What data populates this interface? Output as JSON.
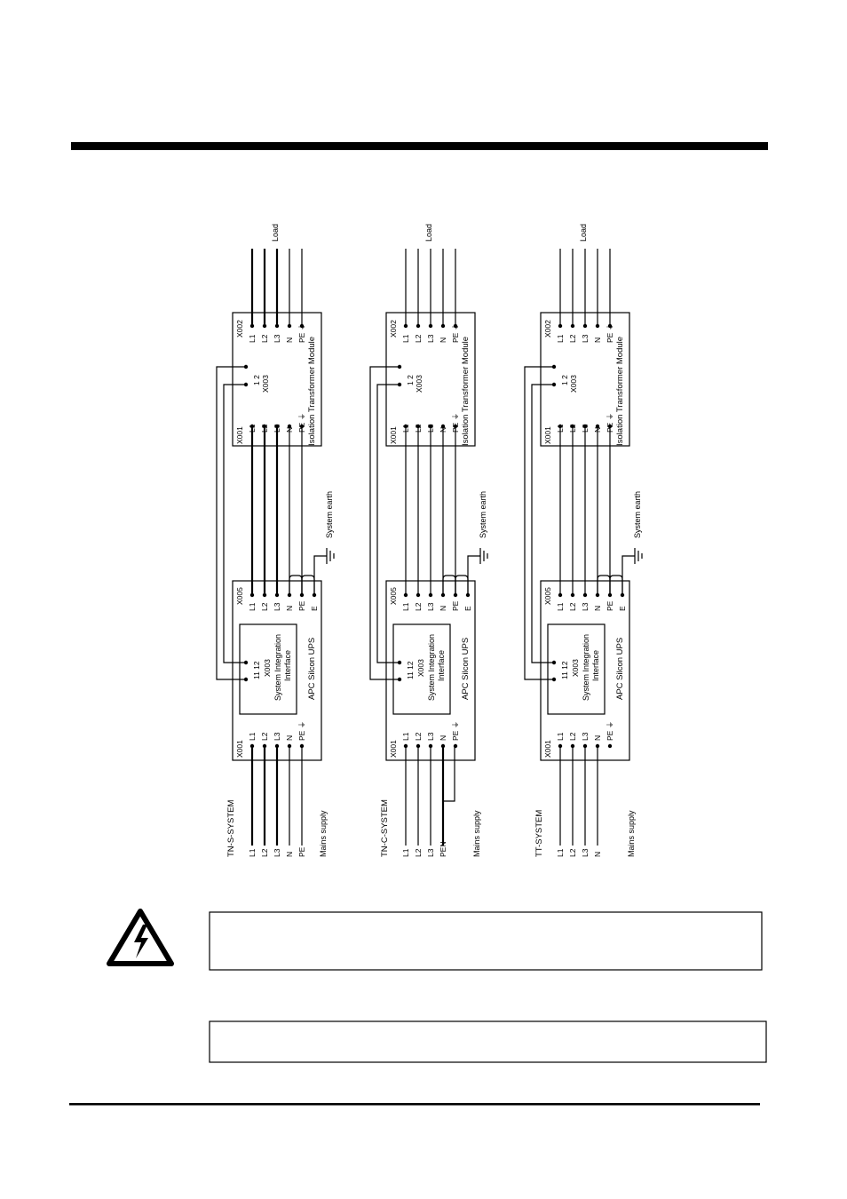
{
  "colors": {
    "ink": "#000000",
    "paper": "#ffffff"
  },
  "icons": {
    "warning": "high-voltage-warning-icon"
  },
  "common": {
    "load": "Load",
    "mains_supply": "Mains supply",
    "system_earth": "System earth",
    "x001": "X001",
    "x002": "X002",
    "x003": "X003",
    "x005": "X005",
    "ups_title": "APC Silcon UPS",
    "sii_line1": "System Integration",
    "sii_line2": "Interface",
    "sii_terminals": "11  12",
    "itm_title": "Isolation Transformer Module",
    "itm_terminals": "1    2",
    "pe_earth": "PE ⏚",
    "pe": "PE",
    "e": "E",
    "l1": "L1",
    "l2": "L2",
    "l3": "L3",
    "n": "N"
  },
  "diagrams": [
    {
      "system_label": "TN-S-SYSTEM",
      "supply_labels": [
        "L1",
        "L2",
        "L3",
        "N",
        "PE"
      ]
    },
    {
      "system_label": "TN-C-SYSTEM",
      "supply_labels": [
        "L1",
        "L2",
        "L3",
        "PEN"
      ]
    },
    {
      "system_label": "TT-SYSTEM",
      "supply_labels": [
        "L1",
        "L2",
        "L3",
        "N"
      ]
    }
  ],
  "notices": [
    {
      "text": ""
    },
    {
      "text": ""
    }
  ]
}
